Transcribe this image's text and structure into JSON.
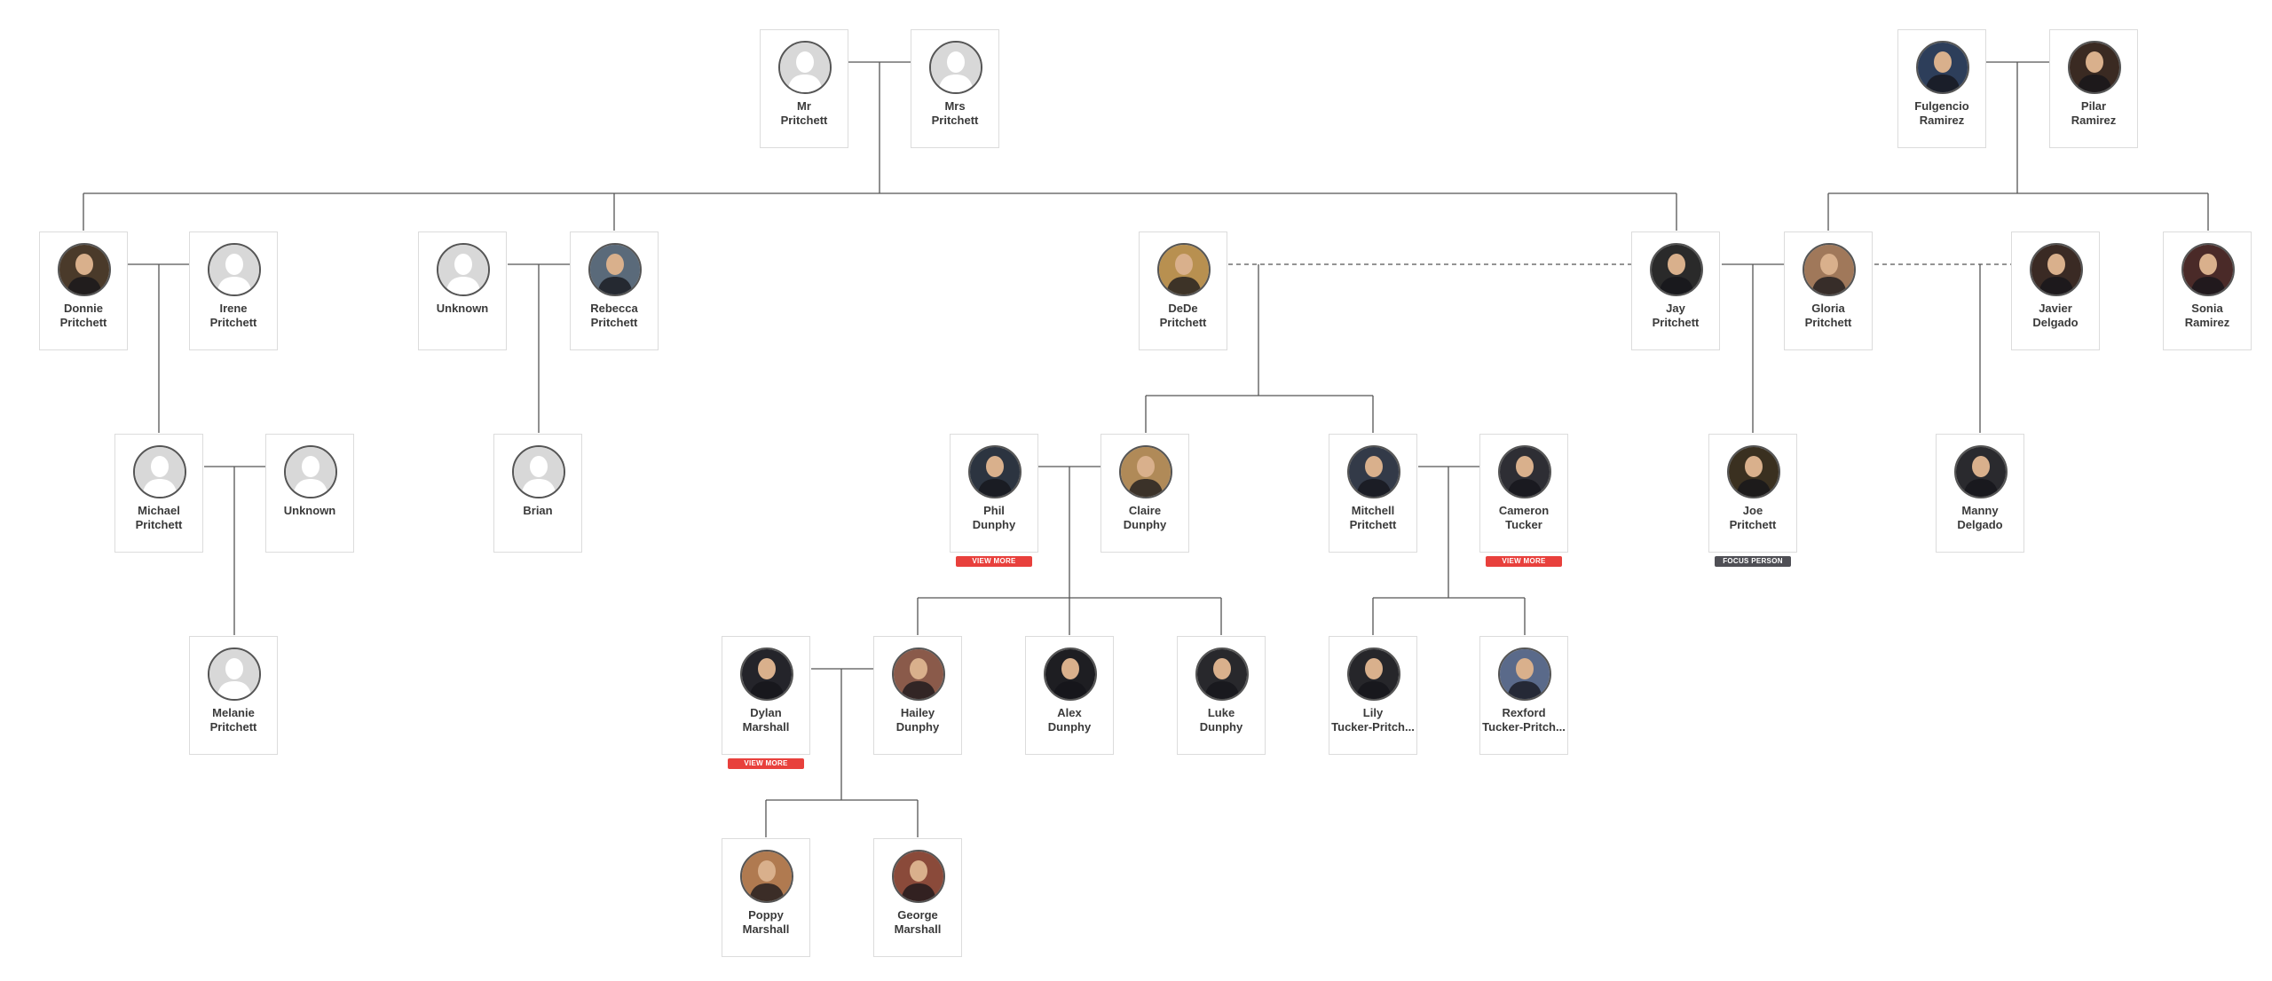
{
  "colors": {
    "card_border": "#dcdcdc",
    "line": "#555555",
    "view_more": "#e8403c",
    "focus": "#4f4f55",
    "placeholder": "#d8d8d8"
  },
  "people": [
    {
      "id": "mr_pritchett",
      "first": "Mr",
      "last": "Pritchett",
      "photo": false
    },
    {
      "id": "mrs_pritchett",
      "first": "Mrs",
      "last": "Pritchett",
      "photo": false
    },
    {
      "id": "fulgencio",
      "first": "Fulgencio",
      "last": "Ramirez",
      "photo": true,
      "tone": "#2d3e5a"
    },
    {
      "id": "pilar",
      "first": "Pilar",
      "last": "Ramirez",
      "photo": true,
      "tone": "#3a2a22"
    },
    {
      "id": "donnie",
      "first": "Donnie",
      "last": "Pritchett",
      "photo": true,
      "tone": "#4a3a2a"
    },
    {
      "id": "irene",
      "first": "Irene",
      "last": "Pritchett",
      "photo": false
    },
    {
      "id": "unknown1",
      "first": "Unknown",
      "last": "",
      "photo": false
    },
    {
      "id": "rebecca",
      "first": "Rebecca",
      "last": "Pritchett",
      "photo": true,
      "tone": "#5a6a7a"
    },
    {
      "id": "dede",
      "first": "DeDe",
      "last": "Pritchett",
      "photo": true,
      "tone": "#b89050"
    },
    {
      "id": "jay",
      "first": "Jay",
      "last": "Pritchett",
      "photo": true,
      "tone": "#2a2a2a"
    },
    {
      "id": "gloria",
      "first": "Gloria",
      "last": "Pritchett",
      "photo": true,
      "tone": "#a0785a"
    },
    {
      "id": "javier",
      "first": "Javier",
      "last": "Delgado",
      "photo": true,
      "tone": "#3a2a24"
    },
    {
      "id": "sonia",
      "first": "Sonia",
      "last": "Ramirez",
      "photo": true,
      "tone": "#4a2a28"
    },
    {
      "id": "michael",
      "first": "Michael",
      "last": "Pritchett",
      "photo": false
    },
    {
      "id": "unknown2",
      "first": "Unknown",
      "last": "",
      "photo": false
    },
    {
      "id": "brian",
      "first": "Brian",
      "last": "",
      "photo": false
    },
    {
      "id": "phil",
      "first": "Phil",
      "last": "Dunphy",
      "photo": true,
      "tone": "#2c3440",
      "badge": "VIEW MORE"
    },
    {
      "id": "claire",
      "first": "Claire",
      "last": "Dunphy",
      "photo": true,
      "tone": "#b08a58"
    },
    {
      "id": "mitchell",
      "first": "Mitchell",
      "last": "Pritchett",
      "photo": true,
      "tone": "#333a48"
    },
    {
      "id": "cameron",
      "first": "Cameron",
      "last": "Tucker",
      "photo": true,
      "tone": "#2e2e34",
      "badge": "VIEW MORE"
    },
    {
      "id": "joe",
      "first": "Joe",
      "last": "Pritchett",
      "photo": true,
      "tone": "#3a3020",
      "badge": "FOCUS PERSON"
    },
    {
      "id": "manny",
      "first": "Manny",
      "last": "Delgado",
      "photo": true,
      "tone": "#2a2a2e"
    },
    {
      "id": "melanie",
      "first": "Melanie",
      "last": "Pritchett",
      "photo": false
    },
    {
      "id": "dylan",
      "first": "Dylan",
      "last": "Marshall",
      "photo": true,
      "tone": "#24242a",
      "badge": "VIEW MORE"
    },
    {
      "id": "hailey",
      "first": "Hailey",
      "last": "Dunphy",
      "photo": true,
      "tone": "#8a5a4a"
    },
    {
      "id": "alex",
      "first": "Alex",
      "last": "Dunphy",
      "photo": true,
      "tone": "#1e1e22"
    },
    {
      "id": "luke",
      "first": "Luke",
      "last": "Dunphy",
      "photo": true,
      "tone": "#28282c"
    },
    {
      "id": "lily",
      "first": "Lily",
      "last": "Tucker-Pritch...",
      "photo": true,
      "tone": "#26262a"
    },
    {
      "id": "rexford",
      "first": "Rexford",
      "last": "Tucker-Pritch...",
      "photo": true,
      "tone": "#5a6a8a"
    },
    {
      "id": "poppy",
      "first": "Poppy",
      "last": "Marshall",
      "photo": true,
      "tone": "#b07a50"
    },
    {
      "id": "george",
      "first": "George",
      "last": "Marshall",
      "photo": true,
      "tone": "#8a4a3a"
    }
  ]
}
